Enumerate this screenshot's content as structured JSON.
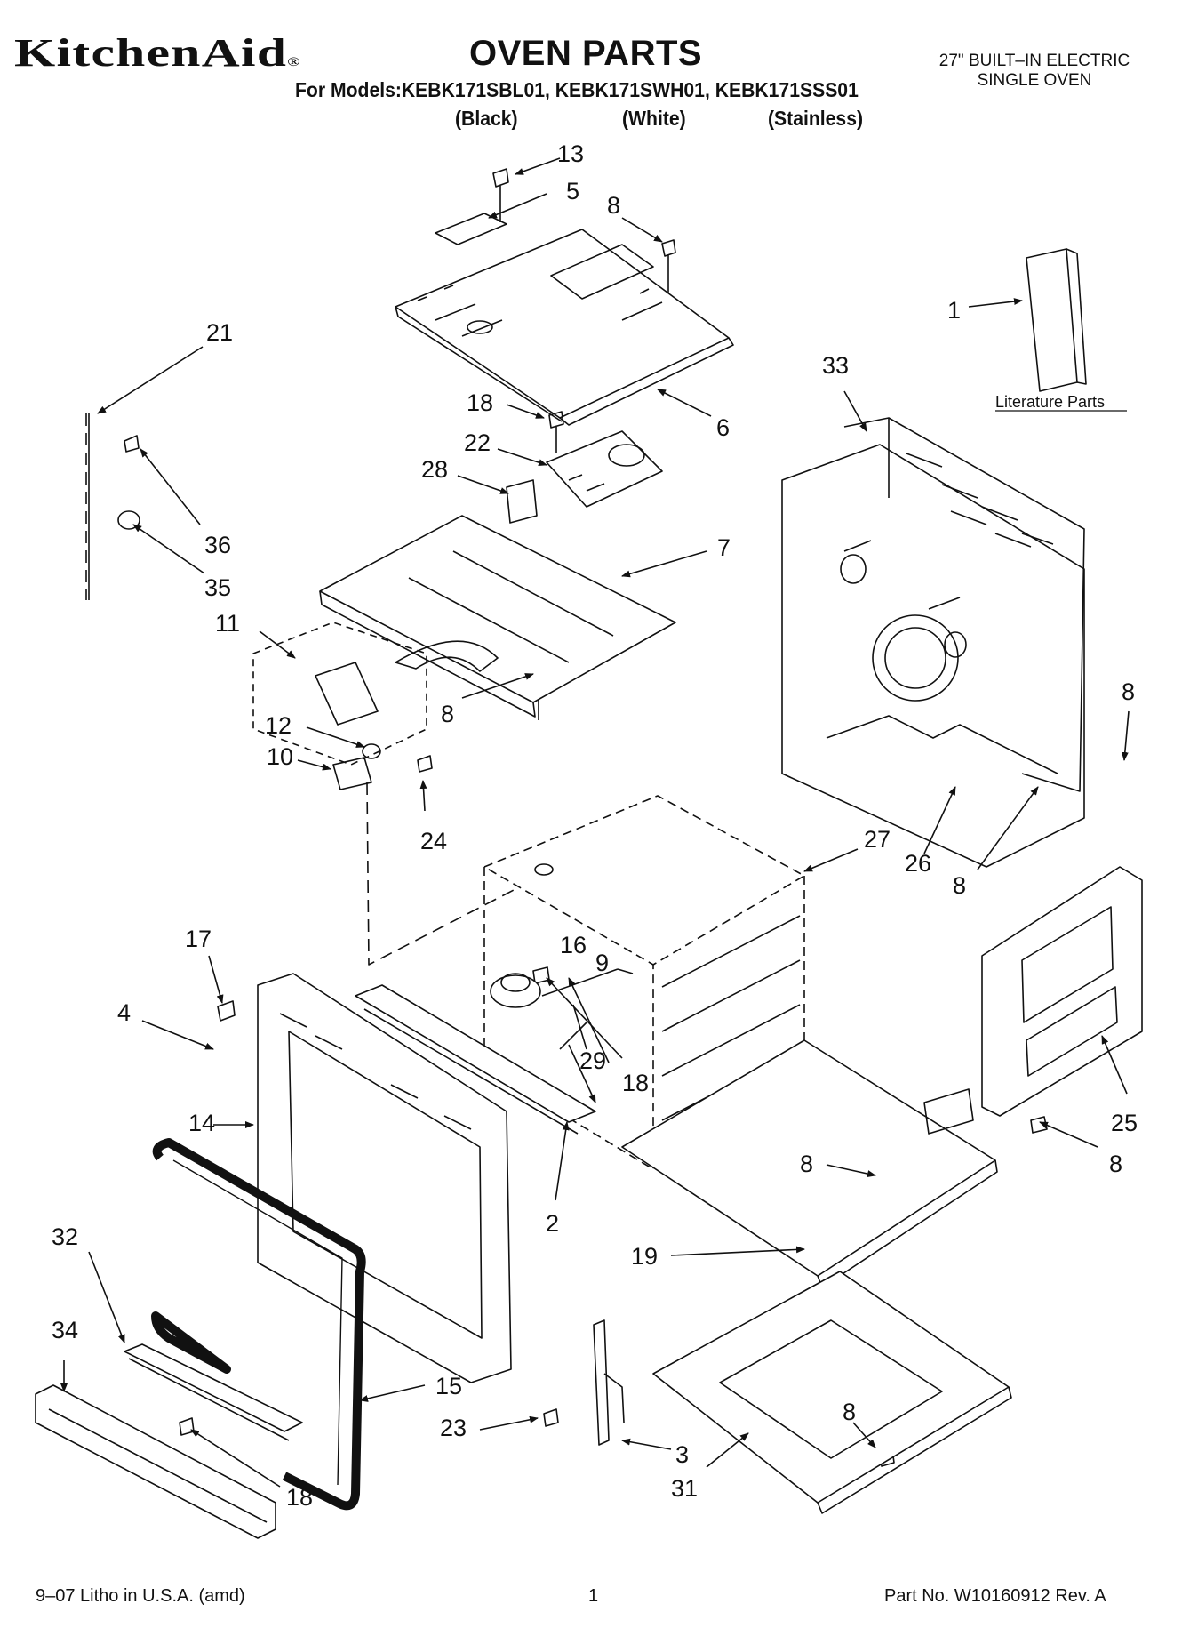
{
  "header": {
    "brand": "KitchenAid",
    "brand_mark": "®",
    "title": "OVEN PARTS",
    "models_line": "For Models:KEBK171SBL01, KEBK171SWH01, KEBK171SSS01",
    "variants": [
      "(Black)",
      "(White)",
      "(Stainless)"
    ],
    "oven_type_line1": "27\" BUILT–IN ELECTRIC",
    "oven_type_line2": "SINGLE OVEN"
  },
  "callouts": [
    "13",
    "5",
    "8",
    "1",
    "21",
    "33",
    "18",
    "6",
    "22",
    "28",
    "7",
    "36",
    "35",
    "11",
    "8",
    "12",
    "10",
    "8",
    "24",
    "27",
    "26",
    "8",
    "17",
    "16",
    "9",
    "4",
    "29",
    "18",
    "25",
    "14",
    "8",
    "8",
    "2",
    "19",
    "32",
    "34",
    "15",
    "8",
    "23",
    "3",
    "31",
    "18"
  ],
  "literature_label": "Literature Parts",
  "footer": {
    "left": "9–07 Litho in U.S.A. (amd)",
    "page": "1",
    "part_no": "Part No. W10160912 Rev. A"
  }
}
